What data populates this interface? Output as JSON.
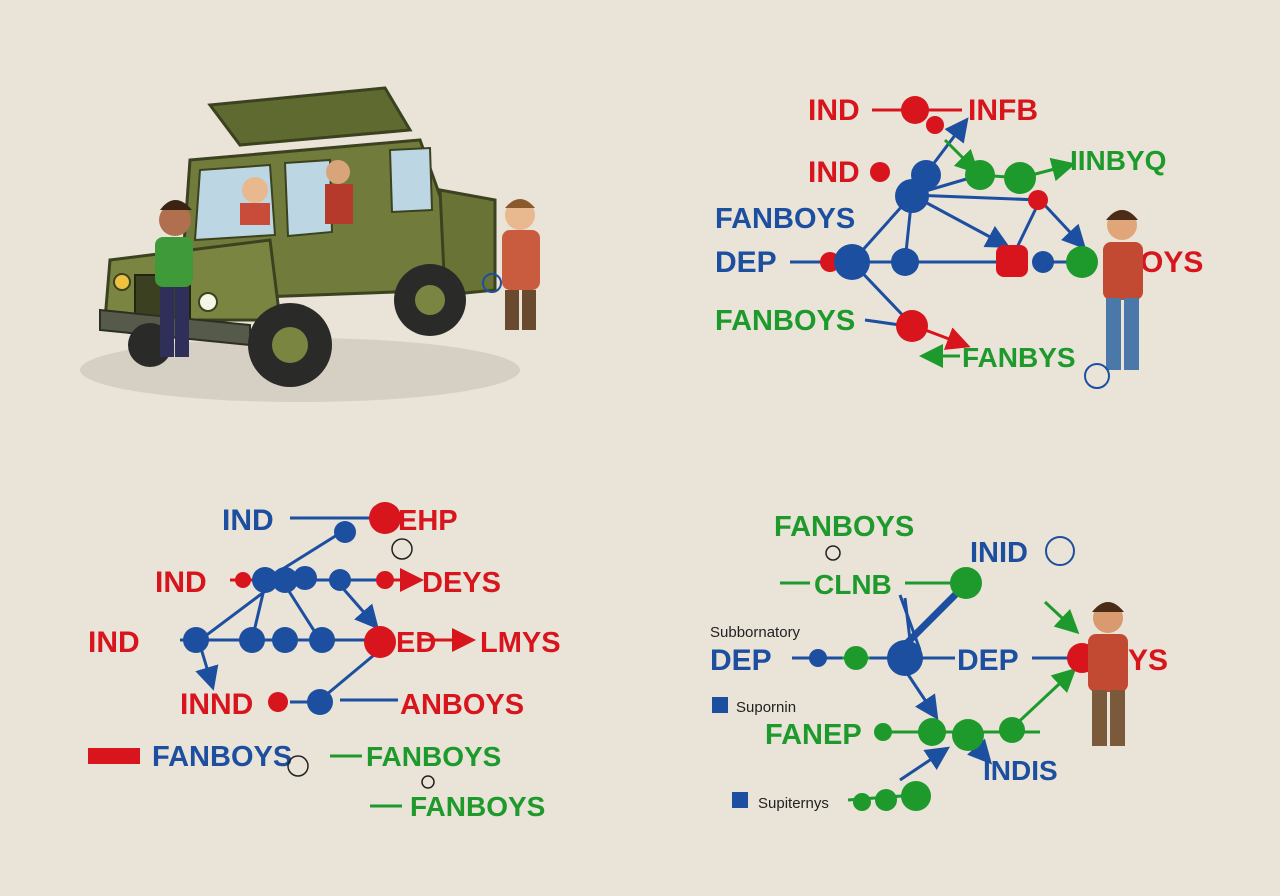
{
  "colors": {
    "red": "#d8141d",
    "blue": "#1d4fa0",
    "green": "#1e9a2c",
    "background": "#e9e3d8",
    "jeep": "#6f7a3a"
  },
  "panels": {
    "top_right": {
      "labels": [
        "IND",
        "INFB",
        "IND",
        "IINBYQ",
        "FANBOYS",
        "DEP",
        "OYS",
        "FANBOYS",
        "FANBYS"
      ]
    },
    "bottom_left": {
      "labels": [
        "IND",
        "EHP",
        "IND",
        "DEYS",
        "IND",
        "ED",
        "LMYS",
        "INND",
        "ANBOYS",
        "FANBOYS",
        "FANBOYS",
        "FANBOYS"
      ]
    },
    "bottom_right": {
      "labels": [
        "FANBOYS",
        "INID",
        "CLNB",
        "Subbornatory",
        "DEP",
        "DEP",
        "YS",
        "Supornin",
        "FANEP",
        "INDIS",
        "Supiternys"
      ]
    }
  }
}
